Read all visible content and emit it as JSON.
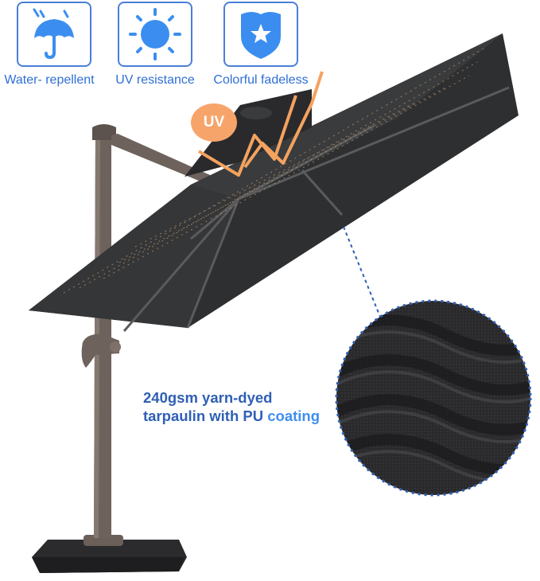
{
  "features": [
    {
      "icon": "umbrella-rain-icon",
      "label": "Water- repellent"
    },
    {
      "icon": "sun-icon",
      "label": "UV resistance"
    },
    {
      "icon": "shield-star-icon",
      "label": "Colorful fadeless"
    }
  ],
  "uv_badge": "UV",
  "callout": {
    "line1": "240gsm yarn-dyed",
    "line2_part1": "tarpaulin with PU ",
    "line2_part2": "coating"
  },
  "colors": {
    "accent_blue": "#4a7fd8",
    "highlight_blue": "#3f8ef0",
    "canopy": "#2e2f31",
    "frame": "#6e625c",
    "uv_orange": "#f7a46a"
  }
}
